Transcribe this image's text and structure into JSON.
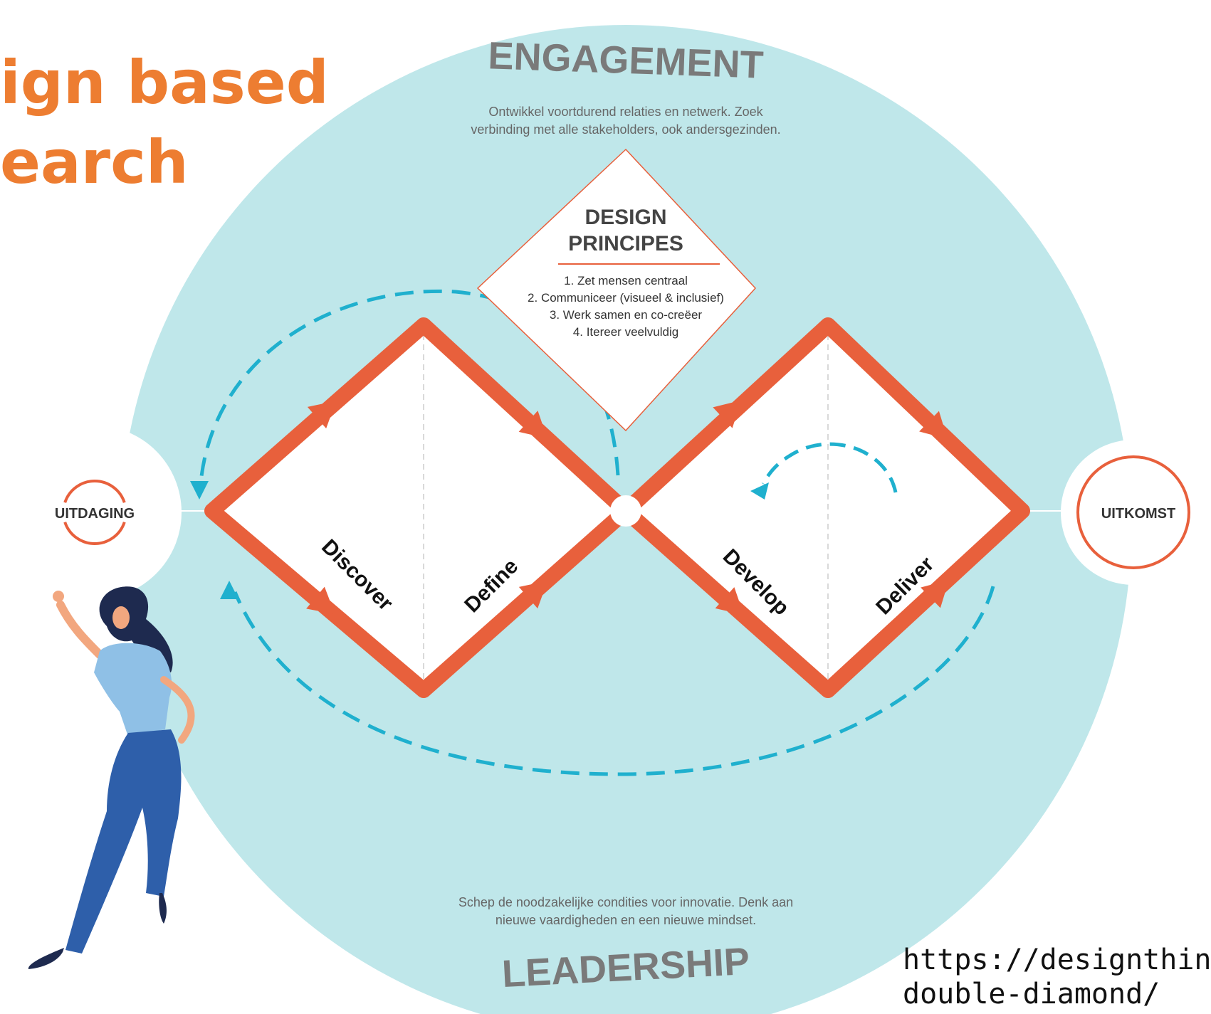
{
  "slide": {
    "title_lines": [
      "ign based",
      "earch"
    ],
    "source_lines": [
      "https://designthinki",
      "double-diamond/"
    ]
  },
  "diagram": {
    "engagement": {
      "label": "ENGAGEMENT",
      "text_lines": [
        "Ontwikkel voortdurend relaties en netwerk. Zoek",
        "verbinding met alle stakeholders, ook andersgezinden."
      ]
    },
    "leadership": {
      "label": "LEADERSHIP",
      "text_lines": [
        "Schep de noodzakelijke condities voor innovatie. Denk aan",
        "nieuwe vaardigheden en een nieuwe mindset."
      ]
    },
    "principles": {
      "heading_lines": [
        "DESIGN",
        "PRINCIPES"
      ],
      "items": [
        "1. Zet mensen centraal",
        "2. Communiceer (visueel & inclusief)",
        "3. Werk samen en co-creëer",
        "4. Itereer veelvuldig"
      ]
    },
    "phases": [
      "Discover",
      "Define",
      "Develop",
      "Deliver"
    ],
    "start_label": "UITDAGING",
    "end_label": "UITKOMST"
  },
  "colors": {
    "title": "#ED7D31",
    "circle_fill": "#BFE7EA",
    "diamond_stroke": "#E8603C",
    "arrow_dash": "#1FB0CE",
    "label_gray": "#7A7A7A",
    "text_dark": "#333333",
    "person_hair": "#1E2A4F",
    "person_shirt": "#8FC0E6",
    "person_jeans": "#2E5FAA",
    "person_skin": "#F2A77F"
  },
  "icons": [
    "person-illustration",
    "arrow-right-icon",
    "cycle-arrow-icon"
  ]
}
